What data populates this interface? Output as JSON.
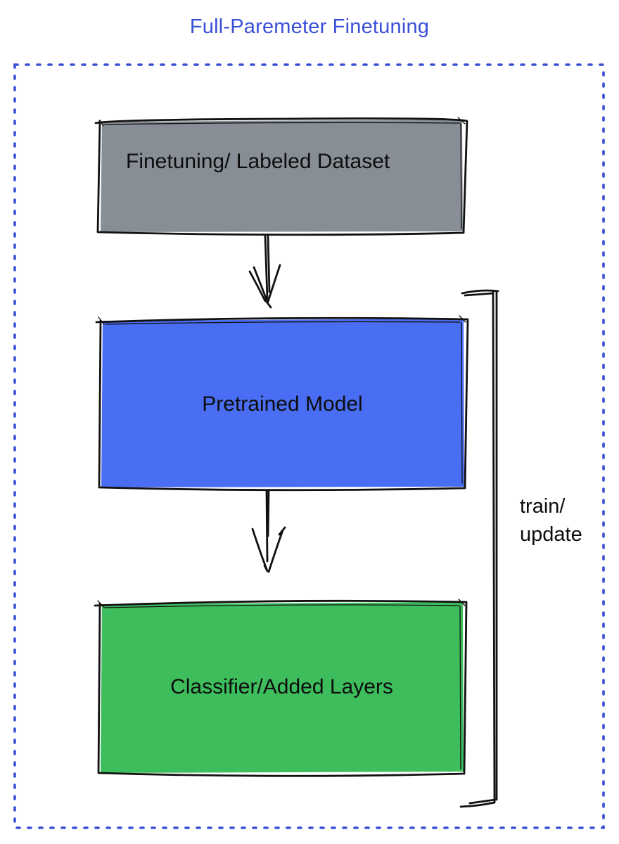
{
  "title": "Full-Paremeter Finetuning",
  "colors": {
    "accent_blue": "#3a4fd7",
    "box_gray": "#878e96",
    "box_blue": "#4a6ef3",
    "box_green": "#3ebd5d",
    "ink": "#111111"
  },
  "diagram": {
    "nodes": [
      {
        "id": "dataset",
        "label": "Finetuning/ Labeled Dataset",
        "fill": "gray"
      },
      {
        "id": "pretrained-model",
        "label": "Pretrained Model",
        "fill": "blue"
      },
      {
        "id": "classifier",
        "label": "Classifier/Added Layers",
        "fill": "green"
      }
    ],
    "edges": [
      {
        "from": "dataset",
        "to": "pretrained-model",
        "type": "arrow-down"
      },
      {
        "from": "pretrained-model",
        "to": "classifier",
        "type": "arrow-down"
      },
      {
        "from": "classifier",
        "to": "pretrained-model",
        "type": "bracket-right"
      }
    ],
    "bracket_label": "train/\nupdate"
  }
}
